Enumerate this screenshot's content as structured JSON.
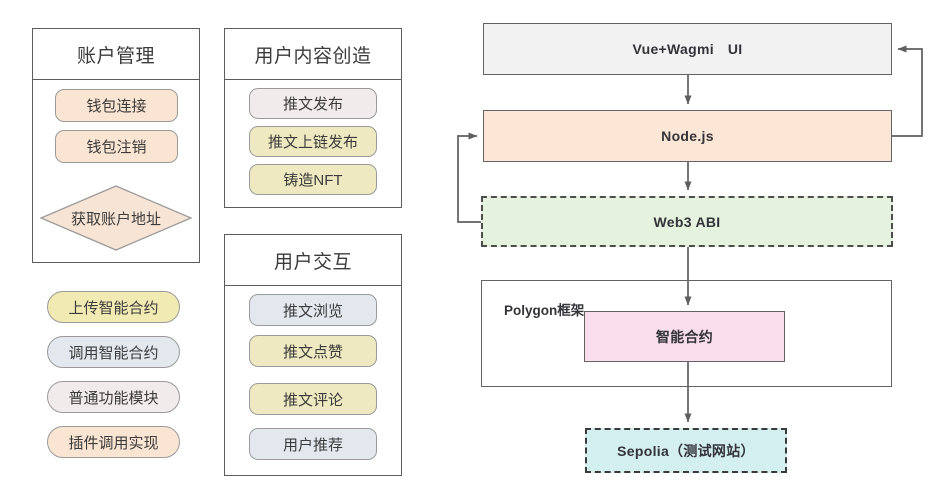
{
  "left_column": {
    "account_panel": {
      "title": "账户管理",
      "nodes": [
        {
          "label": "钱包连接",
          "shape": "rounded-rect",
          "color": "#fae5d3"
        },
        {
          "label": "钱包注销",
          "shape": "rounded-rect",
          "color": "#fae5d3"
        },
        {
          "label": "获取账户地址",
          "shape": "diamond",
          "color": "#f8e4d4"
        }
      ]
    },
    "legend_pills": [
      {
        "label": "上传智能合约",
        "color": "#f2eab3"
      },
      {
        "label": "调用智能合约",
        "color": "#e3e8ee"
      },
      {
        "label": "普通功能模块",
        "color": "#f1ebeb"
      },
      {
        "label": "插件调用实现",
        "color": "#fae5d3"
      }
    ]
  },
  "middle_column": {
    "content_panel": {
      "title": "用户内容创造",
      "nodes": [
        {
          "label": "推文发布",
          "color": "#f1ebeb"
        },
        {
          "label": "推文上链发布",
          "color": "#eee9c0"
        },
        {
          "label": "铸造NFT",
          "color": "#eee9c0"
        }
      ]
    },
    "interaction_panel": {
      "title": "用户交互",
      "nodes": [
        {
          "label": "推文浏览",
          "color": "#e3e8ee"
        },
        {
          "label": "推文点赞",
          "color": "#eee9c0"
        },
        {
          "label": "推文评论",
          "color": "#eee9c0"
        },
        {
          "label": "用户推荐",
          "color": "#e3e8ee"
        }
      ]
    }
  },
  "architecture": {
    "ui_layer": {
      "label_main": "Vue+Wagmi",
      "label_secondary": "UI",
      "color": "#f2f2f2"
    },
    "server_layer": {
      "label": "Node.js",
      "color": "#fce6d5"
    },
    "abi_layer": {
      "label": "Web3 ABI",
      "color": "#e5f2de"
    },
    "chain_container": {
      "label": "Polygon框架"
    },
    "contract": {
      "label": "智能合约",
      "color": "#f9dded"
    },
    "network": {
      "label": "Sepolia（测试网站）",
      "color": "#d4eff0"
    }
  },
  "colors": {
    "border_dark": "#5c5c5c",
    "border_node": "#9a9a9a",
    "arrow": "#5f5f5f",
    "text": "#3b3b3b"
  }
}
